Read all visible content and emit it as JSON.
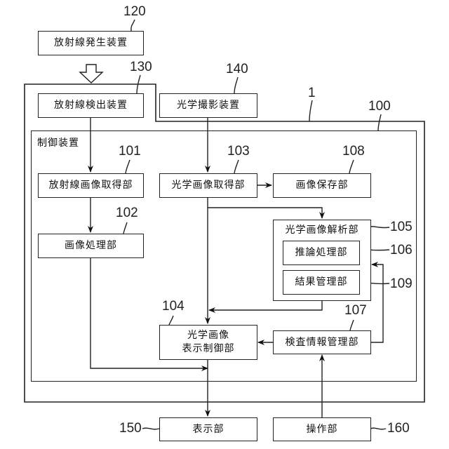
{
  "diagram": {
    "system_ref": "1",
    "outer_units": {
      "radiation_generator": {
        "ref": "120",
        "label": "放射線発生装置"
      },
      "radiation_detector": {
        "ref": "130",
        "label": "放射線検出装置"
      },
      "optical_camera": {
        "ref": "140",
        "label": "光学撮影装置"
      },
      "display": {
        "ref": "150",
        "label": "表示部"
      },
      "operation": {
        "ref": "160",
        "label": "操作部"
      }
    },
    "control_device": {
      "ref": "100",
      "label": "制御装置",
      "units": {
        "radiation_image_acquisition": {
          "ref": "101",
          "label": "放射線画像取得部"
        },
        "image_processing": {
          "ref": "102",
          "label": "画像処理部"
        },
        "optical_image_acquisition": {
          "ref": "103",
          "label": "光学画像取得部"
        },
        "optical_image_display_control": {
          "ref": "104",
          "label_line1": "光学画像",
          "label_line2": "表示制御部"
        },
        "optical_image_analysis": {
          "ref": "105",
          "label": "光学画像解析部"
        },
        "inference_processing": {
          "ref": "106",
          "label": "推論処理部"
        },
        "inspection_info_management": {
          "ref": "107",
          "label": "検査情報管理部"
        },
        "image_storage": {
          "ref": "108",
          "label": "画像保存部"
        },
        "result_management": {
          "ref": "109",
          "label": "結果管理部"
        }
      }
    },
    "connections": [
      {
        "from": "120",
        "to": "130",
        "style": "hollow-arrow"
      },
      {
        "from": "130",
        "to": "101"
      },
      {
        "from": "101",
        "to": "102"
      },
      {
        "from": "102",
        "to": "150"
      },
      {
        "from": "140",
        "to": "103"
      },
      {
        "from": "103",
        "to": "108"
      },
      {
        "from": "103",
        "to": "105"
      },
      {
        "from": "103",
        "to": "104"
      },
      {
        "from": "105",
        "to": "104"
      },
      {
        "from": "107",
        "to": "104"
      },
      {
        "from": "107",
        "to": "105"
      },
      {
        "from": "104",
        "to": "150"
      },
      {
        "from": "160",
        "to": "107"
      }
    ]
  }
}
